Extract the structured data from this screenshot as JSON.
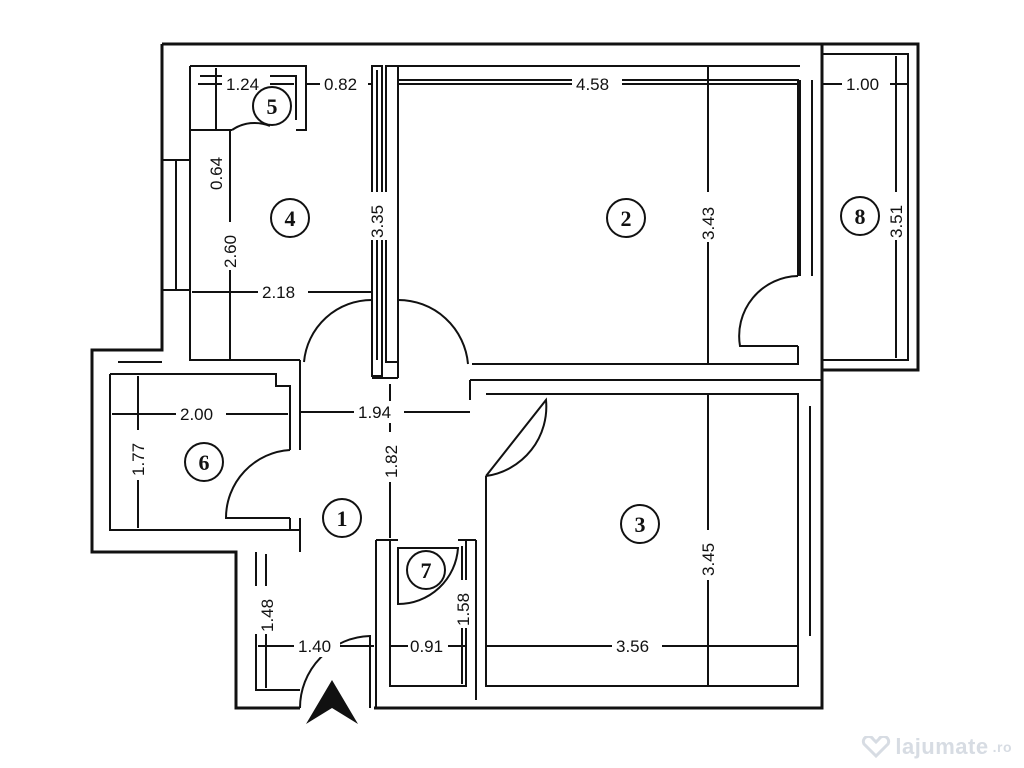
{
  "plan": {
    "rooms": [
      {
        "number": "1"
      },
      {
        "number": "2"
      },
      {
        "number": "3"
      },
      {
        "number": "4"
      },
      {
        "number": "5"
      },
      {
        "number": "6"
      },
      {
        "number": "7"
      },
      {
        "number": "8"
      }
    ],
    "dimensions": {
      "r5_width": "1.24",
      "gap_width": "0.82",
      "r2_width": "4.58",
      "r8_width": "1.00",
      "r5_depth": "0.64",
      "r4_height": "2.60",
      "r4_full_height": "3.35",
      "r2_height": "3.43",
      "r8_height": "3.51",
      "r4_width": "2.18",
      "r6_width": "2.00",
      "hall_width": "1.94",
      "r6_height": "1.77",
      "hall_depth": "1.82",
      "r3_height": "3.45",
      "entry_height": "1.48",
      "r7_height": "1.58",
      "entry_width": "1.40",
      "r7_width": "0.91",
      "r3_width": "3.56"
    }
  },
  "watermark": {
    "text": "lajumate",
    "suffix": ".ro"
  }
}
